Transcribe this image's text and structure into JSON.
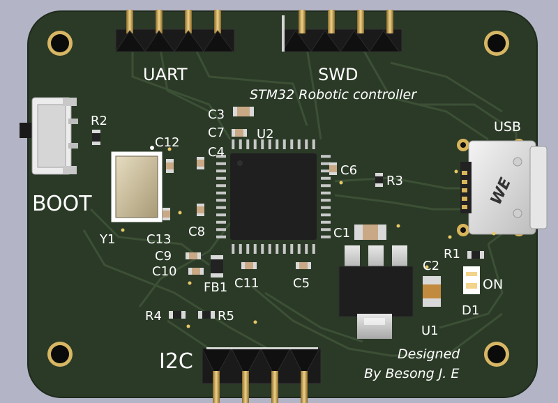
{
  "board": {
    "colors": {
      "background": "#b3b4c6",
      "pcb": "#2b3a27",
      "trace": "#3a4c35",
      "silkscreen": "#ffffff",
      "gold": "#d8b45a",
      "ic_body": "#202020"
    },
    "labels": {
      "uart": "UART",
      "swd": "SWD",
      "title": "STM32 Robotic controller",
      "usb": "USB",
      "boot": "BOOT",
      "i2c": "I2C",
      "designed_line1": "Designed",
      "designed_line2": "By Besong J. E",
      "on": "ON"
    },
    "designators": {
      "r1": "R1",
      "r2": "R2",
      "r3": "R3",
      "r4": "R4",
      "r5": "R5",
      "c1": "C1",
      "c2": "C2",
      "c3": "C3",
      "c4": "C4",
      "c5": "C5",
      "c6": "C6",
      "c7": "C7",
      "c8": "C8",
      "c9": "C9",
      "c10": "C10",
      "c11": "C11",
      "c12": "C12",
      "c13": "C13",
      "u1": "U1",
      "u2": "U2",
      "y1": "Y1",
      "d1": "D1",
      "fb1": "FB1"
    },
    "usb_logo": "WE"
  }
}
